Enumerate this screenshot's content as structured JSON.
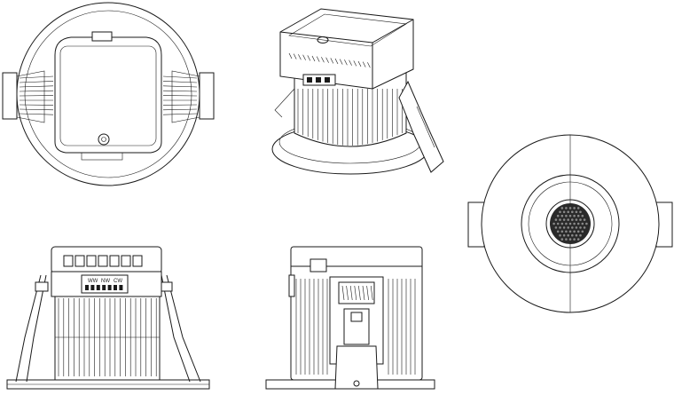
{
  "drawing": {
    "views": [
      "top-view",
      "isometric-view",
      "bottom-view",
      "front-view",
      "side-view"
    ],
    "cct_switch_labels": [
      "WW",
      "NW",
      "CW"
    ]
  }
}
